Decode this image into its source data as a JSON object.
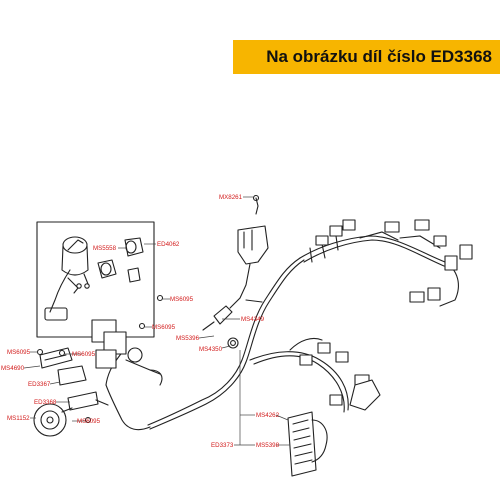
{
  "banner": {
    "text": "Na obrázku díl číslo ED3368",
    "color": "#f7b500"
  },
  "labels": {
    "mx8261": "MX8261",
    "ms5558": "MS5558",
    "ed4062": "ED4062",
    "ms6095_a": "MS6095",
    "ms6095_b": "MS6095",
    "ms4349": "MS4349",
    "ms5396": "MS5396",
    "ms4350": "MS4350",
    "ms6095_c": "MS6095",
    "ms6095_d": "MS6095",
    "ms4690": "MS4690",
    "ed3367": "ED3367",
    "ed3368": "ED3368",
    "ms1152": "MS1152",
    "ms6095_e": "MS6095",
    "ms4262": "MS4262",
    "ed3373": "ED3373",
    "ms5398": "MS5398"
  },
  "label_color": "#d21a1a"
}
